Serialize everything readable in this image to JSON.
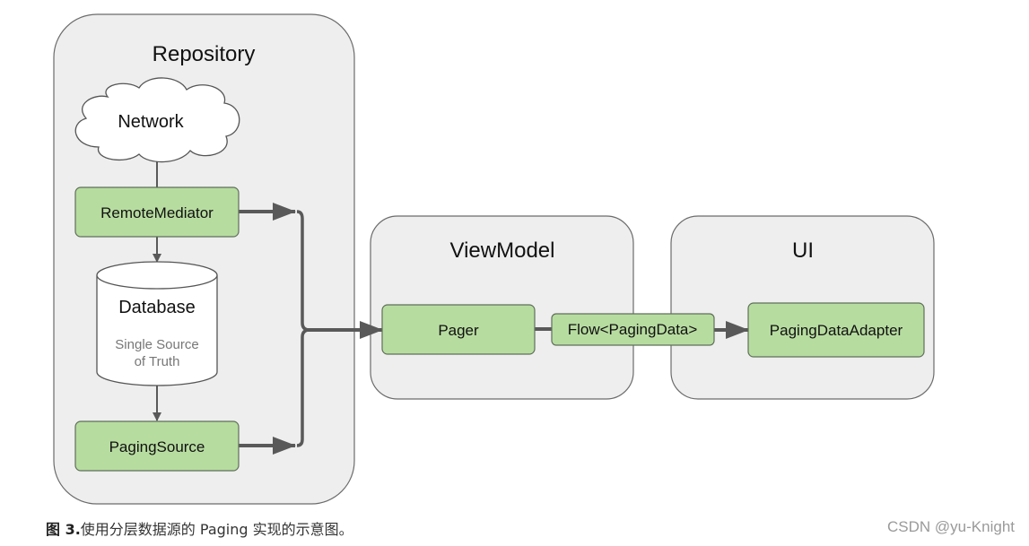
{
  "colors": {
    "container_fill": "#eeeeee",
    "container_stroke": "#6b6b6b",
    "node_fill": "#b7dca0",
    "node_stroke": "#5f6f5a",
    "arrow": "#595959",
    "cloud_fill": "#ffffff",
    "database_fill": "#ffffff"
  },
  "containers": {
    "repository": "Repository",
    "viewmodel": "ViewModel",
    "ui": "UI"
  },
  "nodes": {
    "network": "Network",
    "remote_mediator": "RemoteMediator",
    "database": "Database",
    "database_subtitle_line1": "Single Source",
    "database_subtitle_line2": "of Truth",
    "paging_source": "PagingSource",
    "pager": "Pager",
    "flow": "Flow<PagingData>",
    "paging_data_adapter": "PagingDataAdapter"
  },
  "caption": {
    "label": "图 3.",
    "text": "使用分层数据源的 Paging 实现的示意图。"
  },
  "watermark": "CSDN @yu-Knight"
}
